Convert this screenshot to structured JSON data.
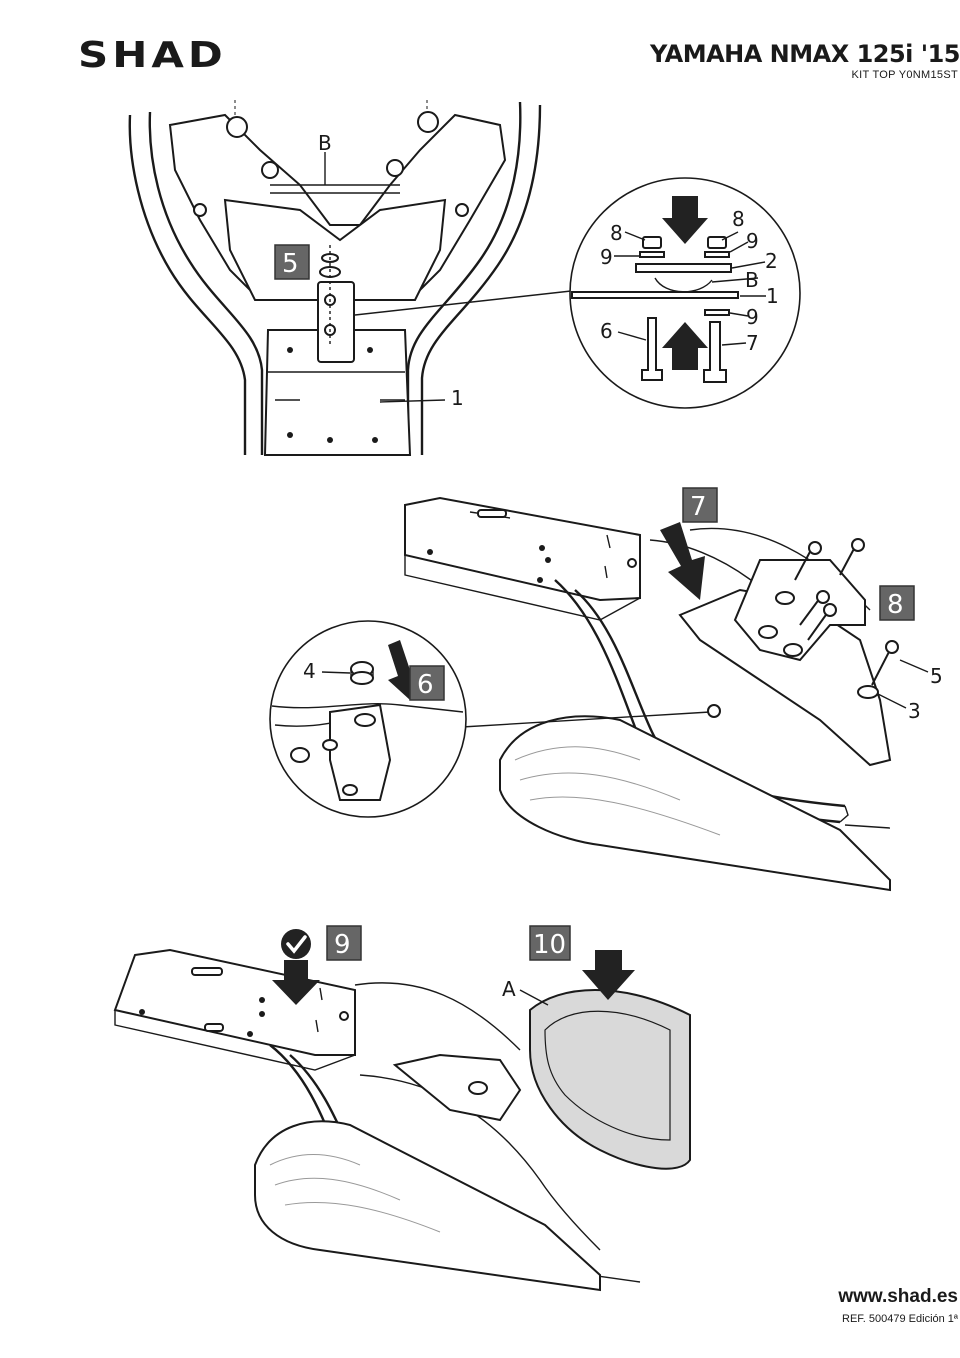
{
  "header": {
    "logo": "SHAD",
    "model": "YAMAHA NMAX 125i '15",
    "kit": "KIT TOP Y0NM15ST"
  },
  "footer": {
    "website": "www.shad.es",
    "ref": "REF. 500479 Edición 1ª"
  },
  "steps": {
    "s5": "5",
    "s6": "6",
    "s7": "7",
    "s8": "8",
    "s9": "9",
    "s10": "10"
  },
  "labels": {
    "frame_b": "B",
    "frame_1": "1",
    "d_8a": "8",
    "d_8b": "8",
    "d_9a": "9",
    "d_9b": "9",
    "d_9c": "9",
    "d_2": "2",
    "d_b": "B",
    "d_1": "1",
    "d_6": "6",
    "d_7": "7",
    "c_4": "4",
    "r_5": "5",
    "r_3": "3",
    "top_a": "A"
  },
  "icons": {
    "check": "check-circle-icon",
    "arrow": "down-arrow-icon"
  }
}
